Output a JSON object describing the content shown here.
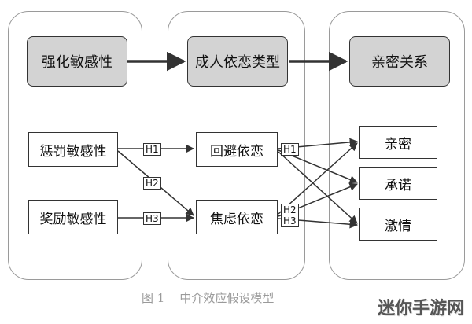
{
  "diagram": {
    "top_row": {
      "left": "强化敏感性",
      "middle": "成人依恋类型",
      "right": "亲密关系"
    },
    "left_nodes": [
      "惩罚敏感性",
      "奖励敏感性"
    ],
    "middle_nodes": [
      "回避依恋",
      "焦虑依恋"
    ],
    "right_nodes": [
      "亲密",
      "承诺",
      "激情"
    ],
    "hypothesis_labels": {
      "h1_left": "H1",
      "h2_left": "H2",
      "h3_left": "H3",
      "h1_right": "H1",
      "h2_right": "H2",
      "h3_right": "H3"
    },
    "caption": "图 1    中介效应假设模型"
  },
  "watermark": "迷你手游网"
}
